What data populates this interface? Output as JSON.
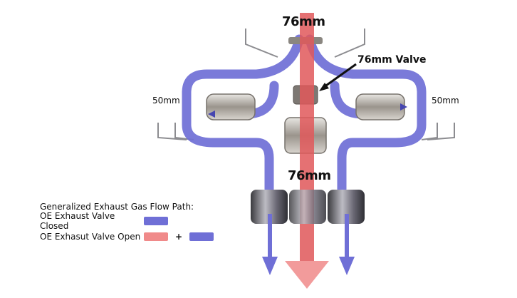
{
  "labels": {
    "top_pipe": "76mm",
    "valve": "76mm Valve",
    "left_branch": "50mm",
    "right_branch": "50mm",
    "bottom_pipe": "76mm"
  },
  "legend": {
    "title": "Generalized Exhaust Gas Flow Path:",
    "closed_label": "OE Exhaust Valve Closed",
    "open_label": "OE Exhasut Valve Open",
    "plus": "+"
  },
  "colors": {
    "closed_flow": "#6f6fd6",
    "open_flow": "#f08a8a",
    "pipe_steel": "#9a9aa0",
    "muffler_steel": "#b8b2a8"
  }
}
